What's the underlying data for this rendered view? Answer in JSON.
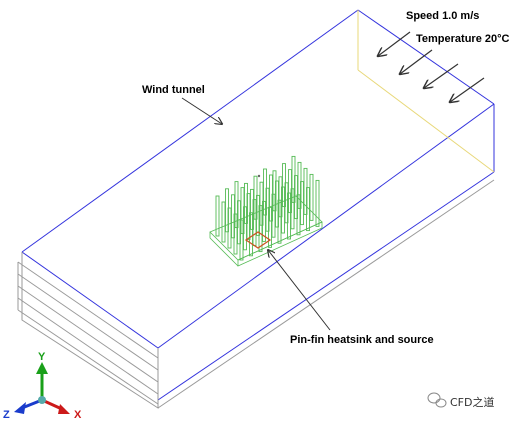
{
  "annotations": {
    "speed": "Speed 1.0 m/s",
    "temperature": "Temperature 20°C",
    "wind_tunnel": "Wind tunnel",
    "heatsink": "Pin-fin heatsink and source"
  },
  "axes": {
    "y_label": "Y",
    "z_label": "Z",
    "x_label": "X",
    "y_color": "#1aa01a",
    "z_color": "#1a3ccc",
    "x_color": "#cc1a1a"
  },
  "watermark": {
    "text": "CFD之道",
    "icon": "wechat-icon"
  },
  "colors": {
    "tunnel_edge": "#3333dd",
    "inlet_face": "#e8d87a",
    "outlet_stack": "#9a9a9a",
    "fins": "#55bb55",
    "source": "#cc5522",
    "leader": "#333333"
  }
}
